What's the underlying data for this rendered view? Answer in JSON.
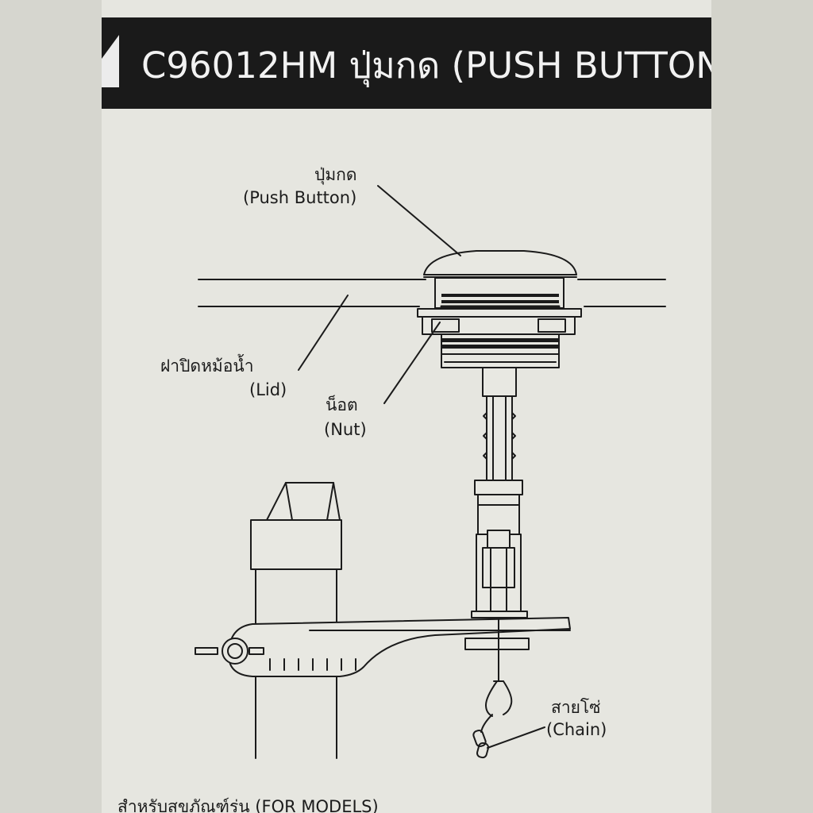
{
  "header": {
    "title": "C96012HM ปุ่มกด (PUSH BUTTON"
  },
  "labels": {
    "push_button_th": "ปุ่มกด",
    "push_button_en": "(Push Button)",
    "lid_th": "ฝาปิดหม้อน้ำ",
    "lid_en": "(Lid)",
    "nut_th": "น็อต",
    "nut_en": "(Nut)",
    "chain_th": "สายโซ่",
    "chain_en": "(Chain)"
  },
  "footer": {
    "text": "สำหรับสุขภัณฑ์รุ่น (FOR MODELS)"
  },
  "colors": {
    "header_bg": "#1a1a1a",
    "page_bg": "#e6e6e0",
    "line": "#1b1b1b"
  }
}
